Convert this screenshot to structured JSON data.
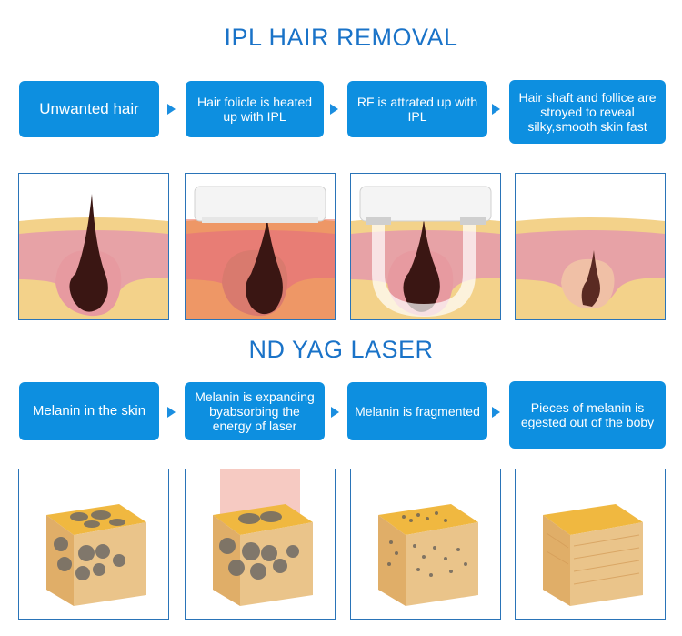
{
  "section1": {
    "title": "IPL HAIR REMOVAL",
    "steps": [
      "Unwanted hair",
      "Hair folicle is heated up with IPL",
      "RF is attrated up with IPL",
      "Hair shaft and follice are stroyed to reveal silky,smooth skin fast"
    ]
  },
  "section2": {
    "title": "ND YAG LASER",
    "steps": [
      "Melanin in the skin",
      "Melanin is expanding byabsorbing the energy of laser",
      "Melanin is fragmented",
      "Pieces of melanin is egested out of the boby"
    ]
  },
  "colors": {
    "title_blue": "#1a73c8",
    "step_box": "#0d8fe0",
    "panel_border": "#2a74b8",
    "epidermis": "#f3d28a",
    "dermis": "#e7a2a6",
    "hair": "#3a1613",
    "ipl_glow": "#e8503a",
    "skin_cube": "#e9c07a",
    "melanin": "#6e6a66"
  }
}
